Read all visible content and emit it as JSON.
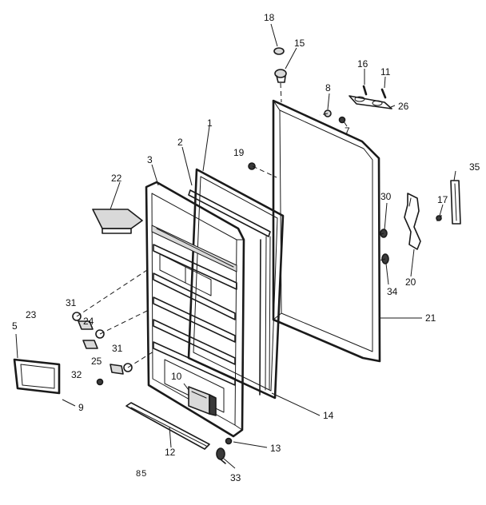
{
  "callouts": [
    "1",
    "2",
    "3",
    "5",
    "7",
    "8",
    "9",
    "10",
    "11",
    "12",
    "13",
    "14",
    "15",
    "16",
    "17",
    "18",
    "19",
    "20",
    "21",
    "22",
    "23",
    "24",
    "25",
    "26",
    "30",
    "31",
    "31",
    "32",
    "33",
    "34",
    "35"
  ],
  "caption": "85"
}
